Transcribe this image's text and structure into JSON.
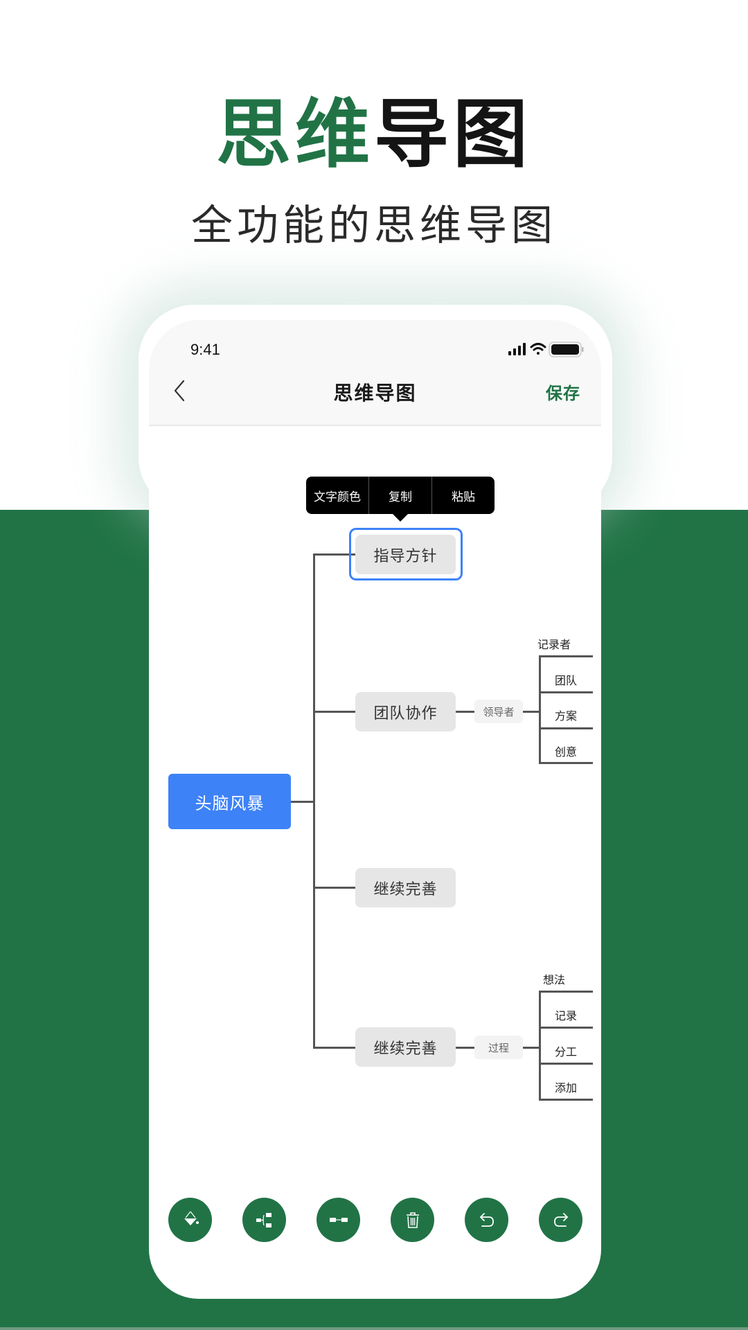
{
  "hero": {
    "title_accent": "思维",
    "title_rest": "导图",
    "subtitle": "全功能的思维导图"
  },
  "colors": {
    "brand_green": "#217346",
    "root_blue": "#3d82f7",
    "branch_gray": "#e6e6e6",
    "menu_black": "#000000"
  },
  "status_bar": {
    "time": "9:41",
    "icons": [
      "signal-icon",
      "wifi-icon",
      "battery-icon"
    ]
  },
  "nav": {
    "back_icon": "chevron-left-icon",
    "title": "思维导图",
    "save_label": "保存"
  },
  "context_menu": {
    "items": [
      {
        "label": "文字颜色"
      },
      {
        "label": "复制"
      },
      {
        "label": "粘贴"
      }
    ]
  },
  "mindmap": {
    "root": "头脑风暴",
    "branches": [
      {
        "label": "指导方针",
        "selected": true
      },
      {
        "label": "团队协作",
        "sub": "领导者",
        "leaves": [
          "记录者",
          "团队",
          "方案",
          "创意"
        ]
      },
      {
        "label": "继续完善"
      },
      {
        "label": "继续完善",
        "sub": "过程",
        "leaves": [
          "想法",
          "记录",
          "分工",
          "添加"
        ]
      }
    ]
  },
  "toolbar": {
    "buttons": [
      {
        "icon": "fill-color-icon"
      },
      {
        "icon": "add-child-node-icon"
      },
      {
        "icon": "add-sibling-node-icon"
      },
      {
        "icon": "delete-icon"
      },
      {
        "icon": "undo-icon"
      },
      {
        "icon": "redo-icon"
      }
    ]
  }
}
